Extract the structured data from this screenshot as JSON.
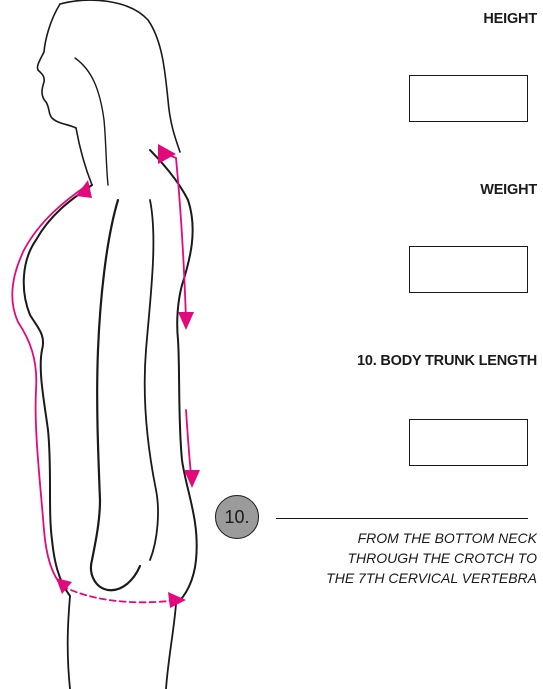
{
  "labels": {
    "height": "HEIGHT",
    "weight": "WEIGHT",
    "trunk": "10. BODY TRUNK LENGTH"
  },
  "fields": {
    "height_value": "",
    "weight_value": "",
    "trunk_value": ""
  },
  "step": {
    "number": "10.",
    "description_lines": [
      "FROM THE BOTTOM NECK",
      "THROUGH THE CROTCH TO",
      "THE 7TH CERVICAL VERTEBRA"
    ]
  },
  "colors": {
    "accent": "#e2097d",
    "badge": "#9b9b9b",
    "ink": "#1a1a1a"
  },
  "icons": {
    "figure": "female-body-silhouette-side-view"
  }
}
